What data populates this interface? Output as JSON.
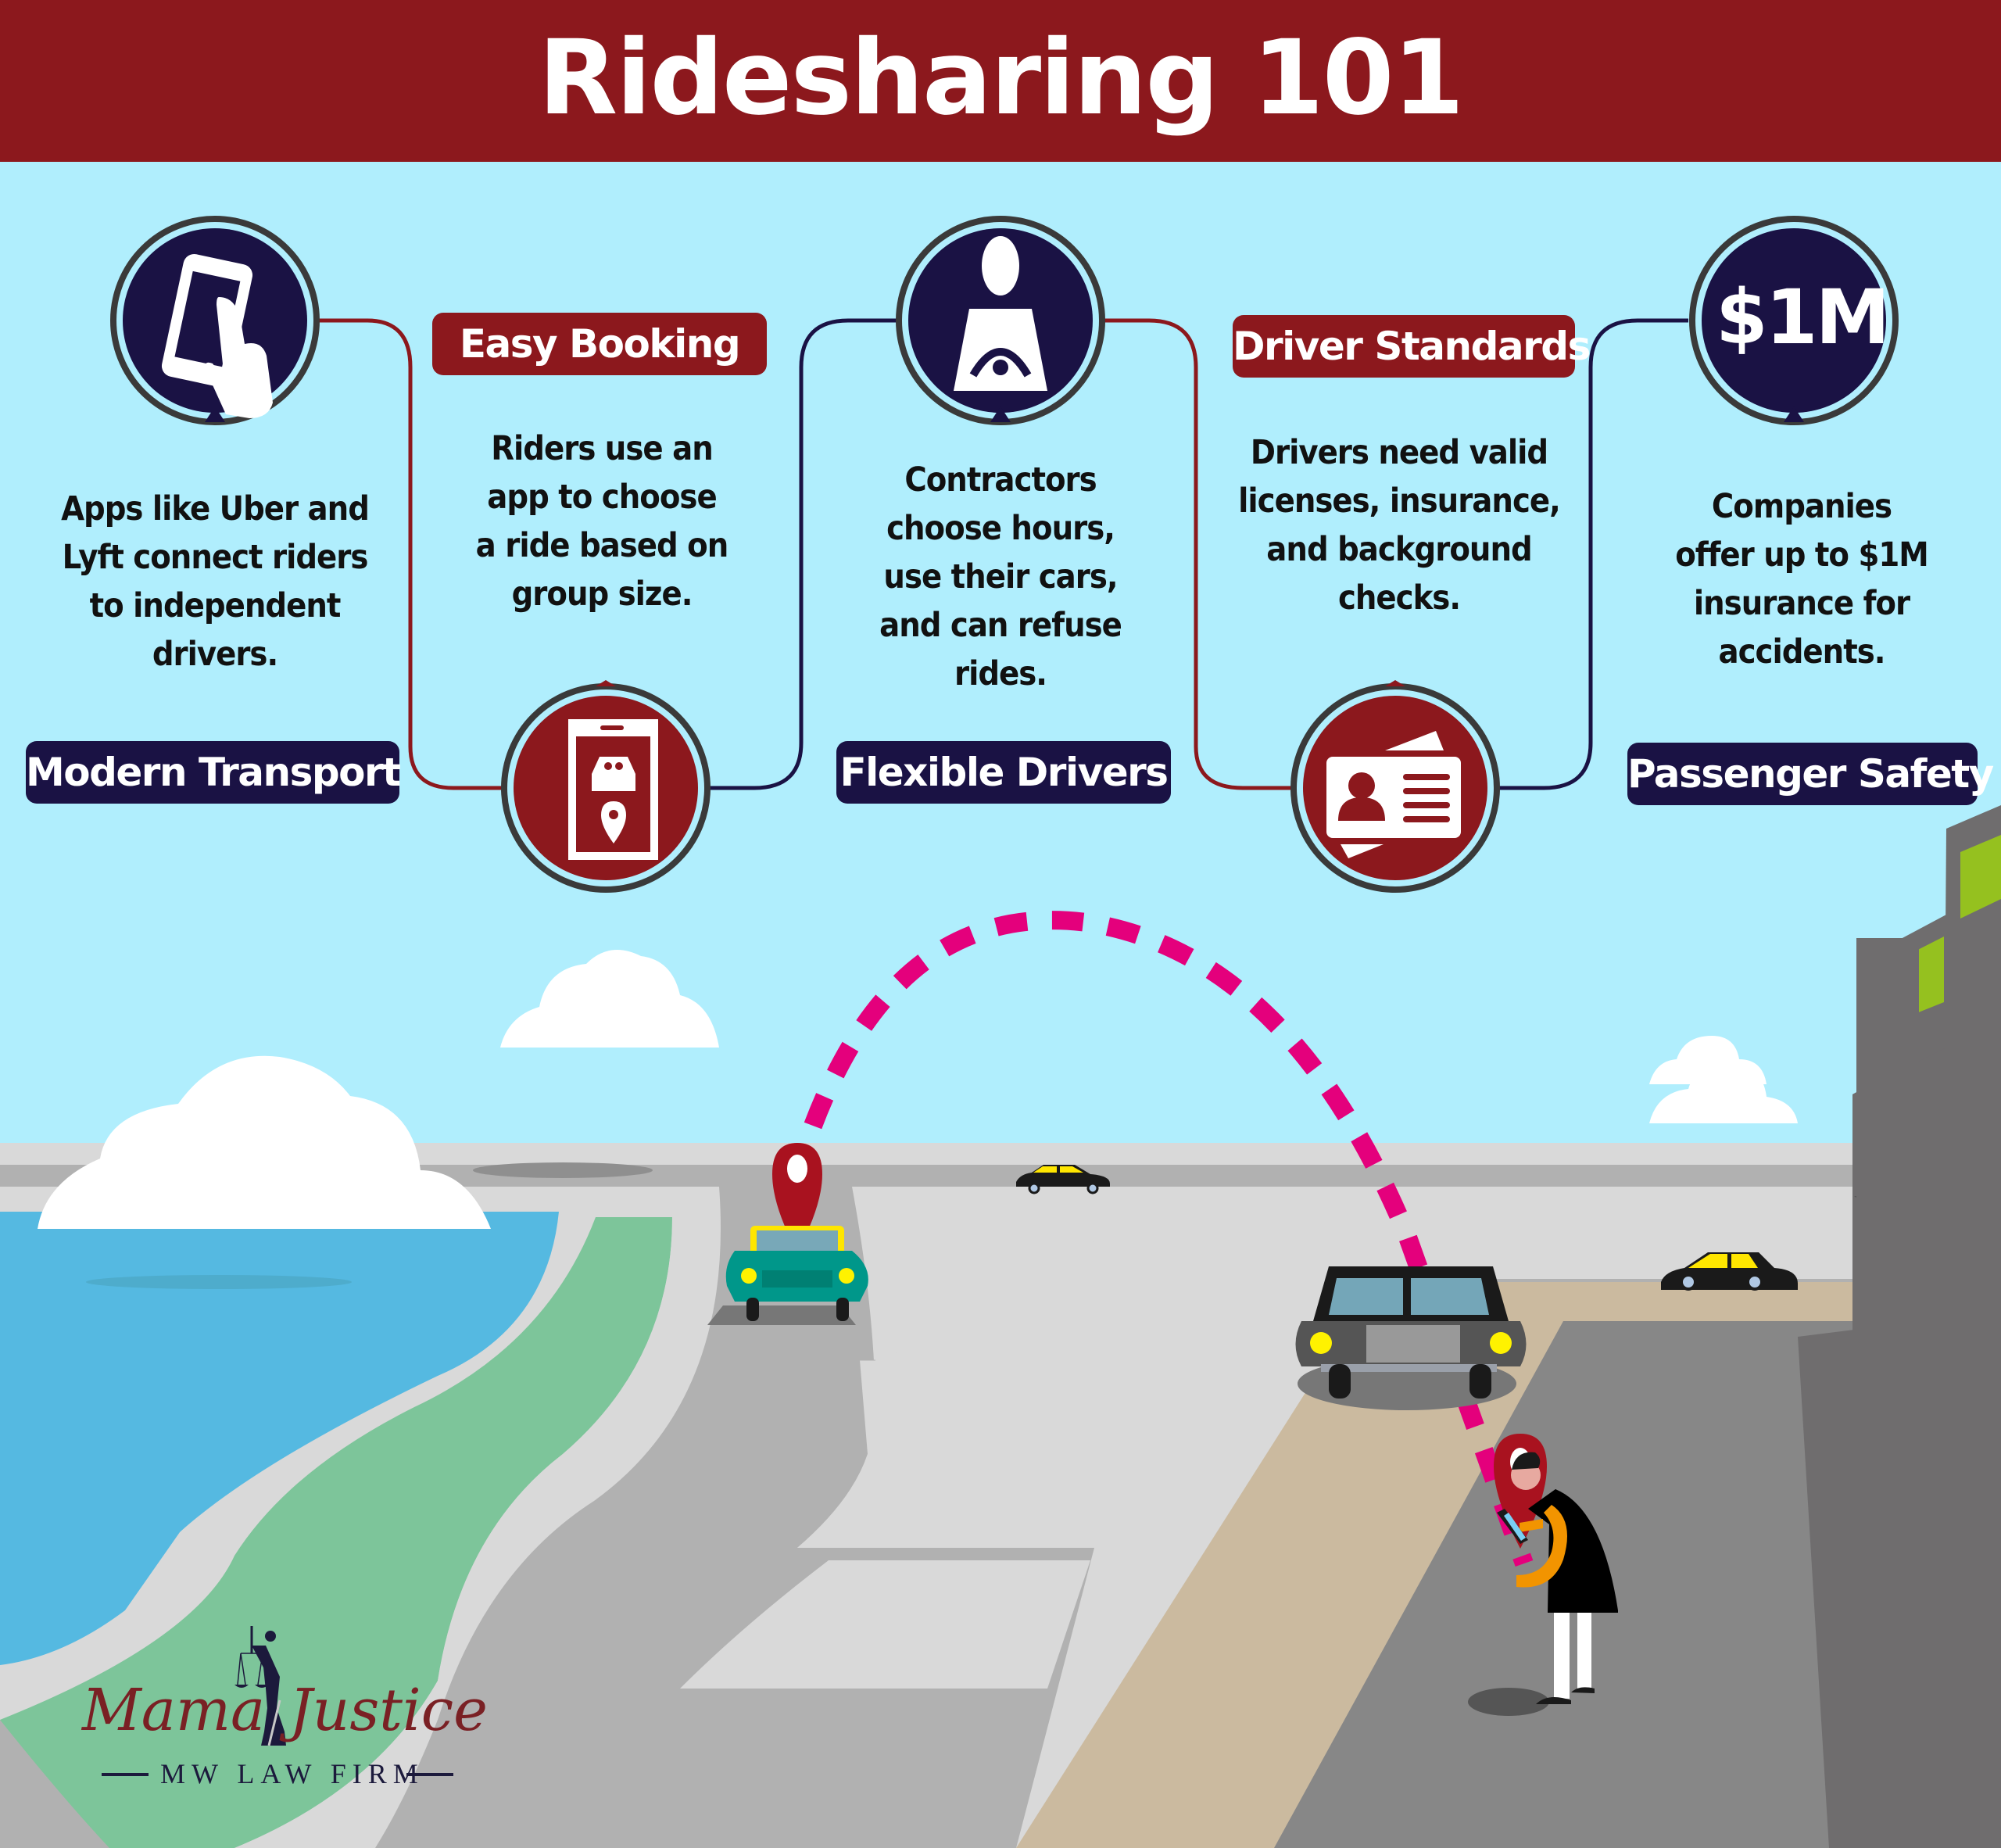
{
  "header": {
    "title": "Ridesharing 101",
    "background": "#8c181d"
  },
  "colors": {
    "sky": "#b0eefd",
    "navy": "#1a1244",
    "maroon": "#8c181d",
    "path_magenta": "#e4007c",
    "water": "#55b9e1",
    "grass": "#7dc59a",
    "road": "#b1b1b1",
    "sidewalk": "#d9d9d9",
    "sand": "#cbba9f",
    "building": "#6f6d6e",
    "window_green": "#95c11f"
  },
  "steps": [
    {
      "id": "modern-transport",
      "icon": "phone-tap-icon",
      "label": "Modern Transport",
      "label_style": "navy",
      "description": [
        "Apps like Uber and",
        "Lyft connect riders",
        "to independent",
        "drivers."
      ]
    },
    {
      "id": "easy-booking",
      "icon": "phone-car-location-icon",
      "label": "Easy Booking",
      "label_style": "red",
      "description": [
        "Riders use an",
        "app to choose",
        "a ride based on",
        "group size."
      ]
    },
    {
      "id": "flexible-drivers",
      "icon": "driver-steering-wheel-icon",
      "label": "Flexible Drivers",
      "label_style": "navy",
      "description": [
        "Contractors",
        "choose hours,",
        "use their cars,",
        "and can refuse",
        "rides."
      ]
    },
    {
      "id": "driver-standards",
      "icon": "id-card-icon",
      "label": "Driver Standards",
      "label_style": "red",
      "description": [
        "Drivers need valid",
        "licenses, insurance,",
        "and background",
        "checks."
      ]
    },
    {
      "id": "passenger-safety",
      "icon": "one-million-dollar-icon",
      "icon_text": "$1M",
      "label": "Passenger Safety",
      "label_style": "navy",
      "description": [
        "Companies",
        "offer up to $1M",
        "insurance for",
        "accidents."
      ]
    }
  ],
  "illustration": {
    "elements": [
      "clouds",
      "water",
      "grass strip",
      "roads",
      "teal car with location pin",
      "black car",
      "small black-and-yellow cars",
      "person holding tablet with location pin",
      "green-windowed building",
      "dashed magenta route"
    ]
  },
  "logo": {
    "name_left": "Mama",
    "name_right": "Justice",
    "subtitle": "MW LAW FIRM"
  }
}
